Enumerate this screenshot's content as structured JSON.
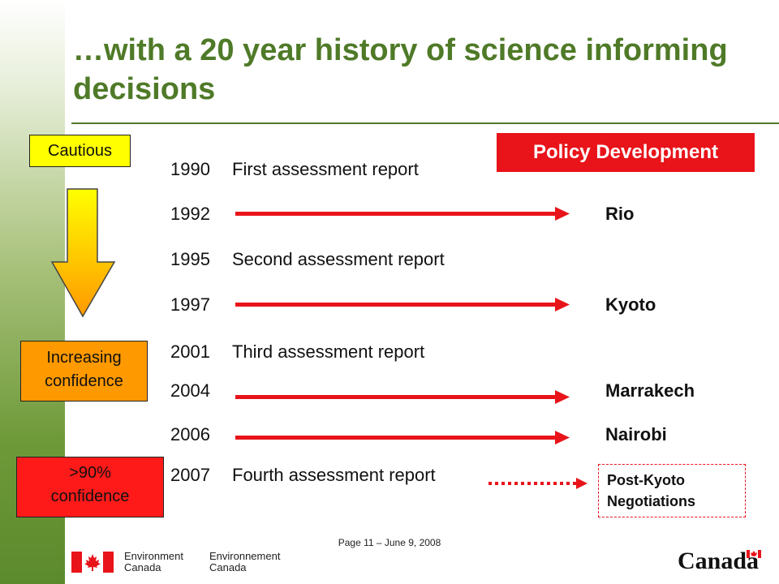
{
  "slide": {
    "title": "…with a 20 year history of science informing decisions"
  },
  "scale": {
    "top_label": "Cautious",
    "middle_label_line1": "Increasing",
    "middle_label_line2": "confidence",
    "bottom_label_line1": ">90%",
    "bottom_label_line2": "confidence"
  },
  "policy_header": "Policy Development",
  "timeline": [
    {
      "year": "1990",
      "report": "First assessment report",
      "destination": ""
    },
    {
      "year": "1992",
      "report": "",
      "destination": "Rio"
    },
    {
      "year": "1995",
      "report": "Second assessment report",
      "destination": ""
    },
    {
      "year": "1997",
      "report": "",
      "destination": "Kyoto"
    },
    {
      "year": "2001",
      "report": "Third assessment report",
      "destination": ""
    },
    {
      "year": "2004",
      "report": "",
      "destination": "Marrakech"
    },
    {
      "year": "2006",
      "report": "",
      "destination": "Nairobi"
    },
    {
      "year": "2007",
      "report": "Fourth assessment report",
      "destination": ""
    }
  ],
  "post_kyoto": {
    "line1": "Post-Kyoto",
    "line2": "Negotiations"
  },
  "footer": {
    "page_text": "Page 11 – June 9, 2008",
    "org_en_line1": "Environment",
    "org_en_line2": "Canada",
    "org_fr_line1": "Environnement",
    "org_fr_line2": "Canada",
    "wordmark": "Canada"
  },
  "colors": {
    "title_green": "#4f7a28",
    "arrow_red": "#e8141a",
    "cautious_yellow": "#ffff00",
    "increasing_orange": "#ff9900",
    "high_red": "#ff1a1a"
  }
}
